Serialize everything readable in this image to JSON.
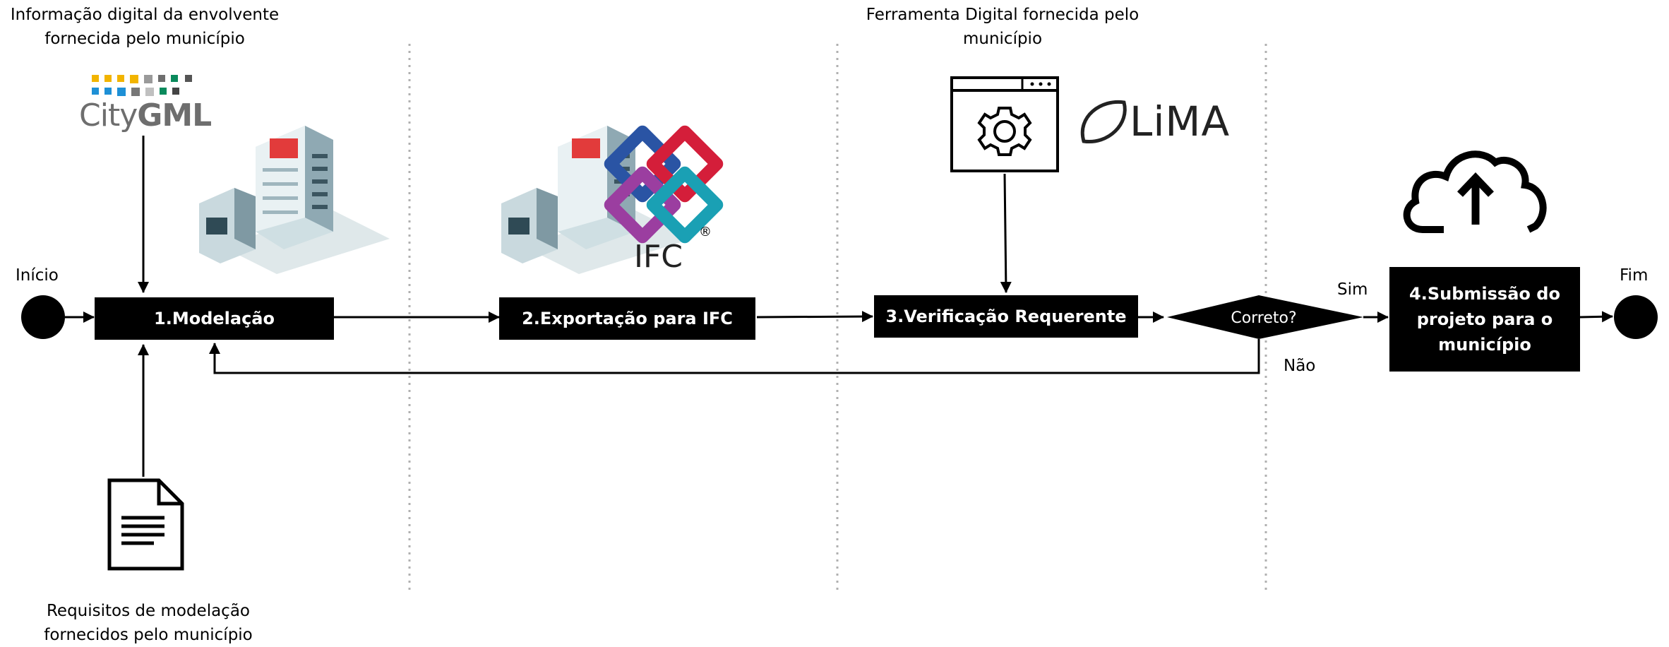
{
  "labels": {
    "city_info": "Informação digital da envolvente\nfornecida pelo município",
    "tool_info": "Ferramenta Digital fornecida pelo\nmunicípio",
    "requirements": "Requisitos de modelação\nfornecidos pelo município",
    "start": "Início",
    "end": "Fim",
    "yes": "Sim",
    "no": "Não"
  },
  "steps": {
    "s1": "1.Modelação",
    "s2": "2.Exportação para IFC",
    "s3": "3.Verificação Requerente",
    "s4": "4.Submissão do\nprojeto para o\nmunicípio"
  },
  "decision": "Correto?",
  "logos": {
    "citygml_prefix": "City",
    "citygml_suffix": "GML",
    "lima": "LiMA",
    "ifc": "IFC",
    "ifc_registered": "®"
  },
  "icons": [
    "citygml-logo",
    "building-icon",
    "ifc-logo",
    "gear-window-icon",
    "lima-logo",
    "cloud-upload-icon",
    "document-icon"
  ],
  "colors": {
    "step_fill": "#000000",
    "divider": "#b0b0b0",
    "arrow": "#000000"
  }
}
